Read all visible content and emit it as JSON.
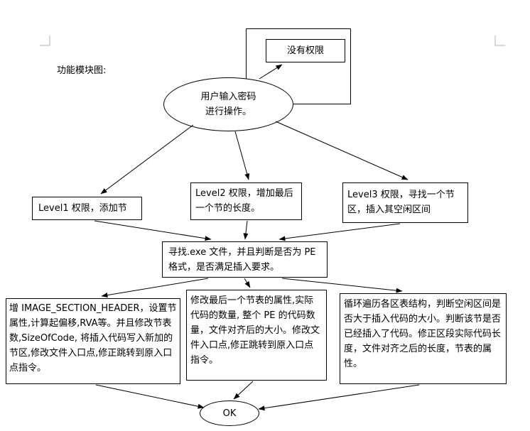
{
  "document": {
    "caption": "功能模块图:"
  },
  "nodes": {
    "no_permission": {
      "label": "没有权限"
    },
    "user_input": {
      "label": "用户输入密码进行操作。"
    },
    "level1": {
      "label": "Level1 权限，添加节"
    },
    "level2": {
      "label": "Level2 权限，增加最后一个节的长度。"
    },
    "level3": {
      "label": "Level3 权限，寻找一个节区，插入其空闲区间"
    },
    "pe_check": {
      "label": "寻找.exe 文件，并且判断是否为 PE 格式，是否满足插入要求。"
    },
    "branch_add_section": {
      "label": "增 IMAGE_SECTION_HEADER，设置节属性,计算起偏移,RVA等。并且修改节表数,SizeOfCode, 将插入代码写入新加的节区,修改文件入口点,修正跳转到原入口点指令。"
    },
    "branch_extend_last": {
      "label": "修改最后一个节表的属性,实际代码的数量, 整个 PE 的代码数量，文件对齐后的大小。修改文件入口点,修正跳转到原入口点指令。"
    },
    "branch_free_space": {
      "label": "循环遍历各区表结构，判断空闲区间是否大于插入代码的大小。判断该节是否已经插入了代码。修正区段实际代码长度，文件对齐之后的长度，节表的属性。"
    },
    "ok": {
      "label": "OK"
    }
  },
  "colors": {
    "stroke": "#000000",
    "page_background": "#ffffff",
    "margin_mark": "#b0b0b0"
  }
}
